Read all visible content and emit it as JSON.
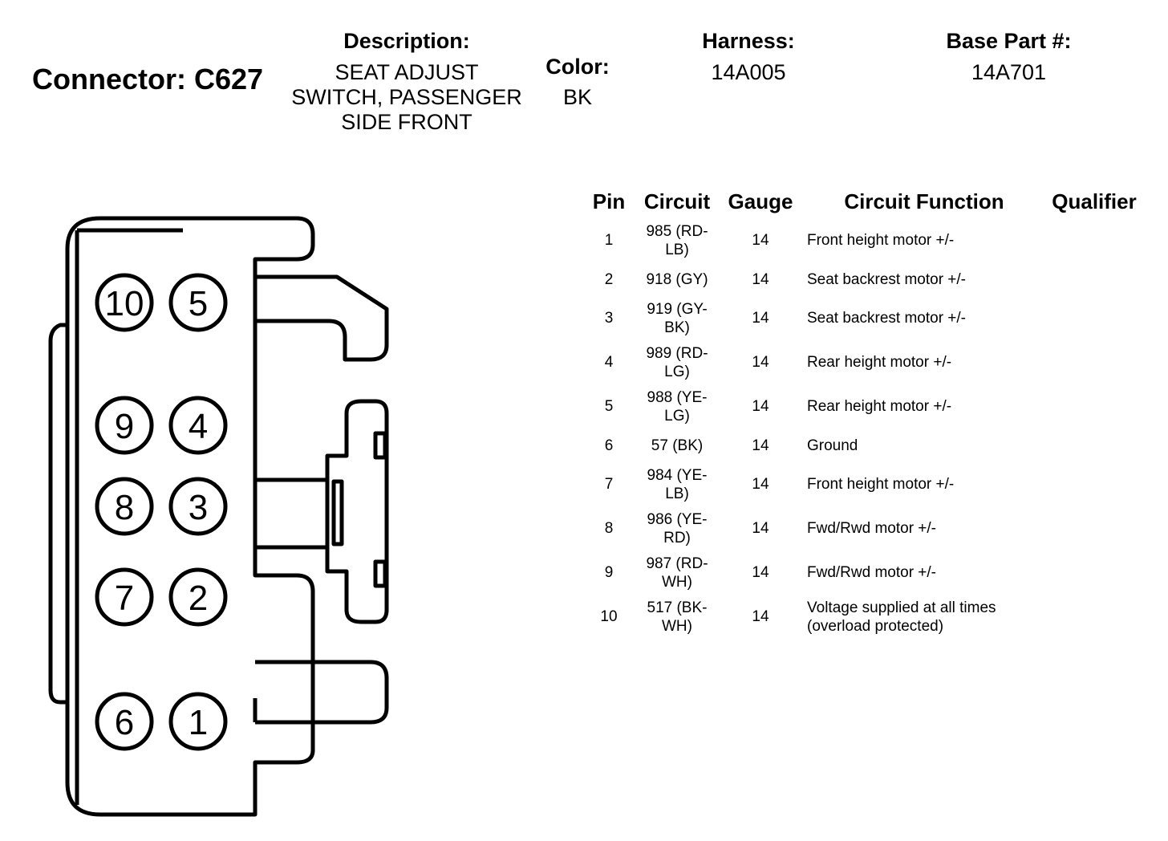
{
  "connector": {
    "title": "Connector: C627"
  },
  "header": {
    "description_label": "Description:",
    "description_lines": [
      "SEAT ADJUST",
      "SWITCH, PASSENGER",
      "SIDE FRONT"
    ],
    "color_label": "Color:",
    "color_value": "BK",
    "harness_label": "Harness:",
    "harness_value": "14A005",
    "base_part_label": "Base Part #:",
    "base_part_value": "14A701"
  },
  "table": {
    "columns": [
      "Pin",
      "Circuit",
      "Gauge",
      "Circuit Function",
      "Qualifier"
    ],
    "rows": [
      {
        "pin": "1",
        "circuit": [
          "985 (RD-",
          "LB)"
        ],
        "gauge": "14",
        "function": [
          "Front height motor +/-"
        ],
        "qualifier": ""
      },
      {
        "pin": "2",
        "circuit": [
          "918 (GY)"
        ],
        "gauge": "14",
        "function": [
          "Seat backrest motor +/-"
        ],
        "qualifier": ""
      },
      {
        "pin": "3",
        "circuit": [
          "919 (GY-",
          "BK)"
        ],
        "gauge": "14",
        "function": [
          "Seat backrest motor +/-"
        ],
        "qualifier": ""
      },
      {
        "pin": "4",
        "circuit": [
          "989 (RD-",
          "LG)"
        ],
        "gauge": "14",
        "function": [
          "Rear height motor +/-"
        ],
        "qualifier": ""
      },
      {
        "pin": "5",
        "circuit": [
          "988 (YE-",
          "LG)"
        ],
        "gauge": "14",
        "function": [
          "Rear height motor +/-"
        ],
        "qualifier": ""
      },
      {
        "pin": "6",
        "circuit": [
          "57 (BK)"
        ],
        "gauge": "14",
        "function": [
          "Ground"
        ],
        "qualifier": ""
      },
      {
        "pin": "7",
        "circuit": [
          "984 (YE-",
          "LB)"
        ],
        "gauge": "14",
        "function": [
          "Front height motor +/-"
        ],
        "qualifier": ""
      },
      {
        "pin": "8",
        "circuit": [
          "986 (YE-",
          "RD)"
        ],
        "gauge": "14",
        "function": [
          "Fwd/Rwd motor +/-"
        ],
        "qualifier": ""
      },
      {
        "pin": "9",
        "circuit": [
          "987 (RD-",
          "WH)"
        ],
        "gauge": "14",
        "function": [
          "Fwd/Rwd motor +/-"
        ],
        "qualifier": ""
      },
      {
        "pin": "10",
        "circuit": [
          "517 (BK-",
          "WH)"
        ],
        "gauge": "14",
        "function": [
          "Voltage supplied at all times",
          "(overload protected)"
        ],
        "qualifier": ""
      }
    ]
  },
  "diagram": {
    "pin_labels": [
      "10",
      "5",
      "9",
      "4",
      "8",
      "3",
      "7",
      "2",
      "6",
      "1"
    ],
    "line_color": "#000000",
    "fill_color": "#ffffff"
  }
}
